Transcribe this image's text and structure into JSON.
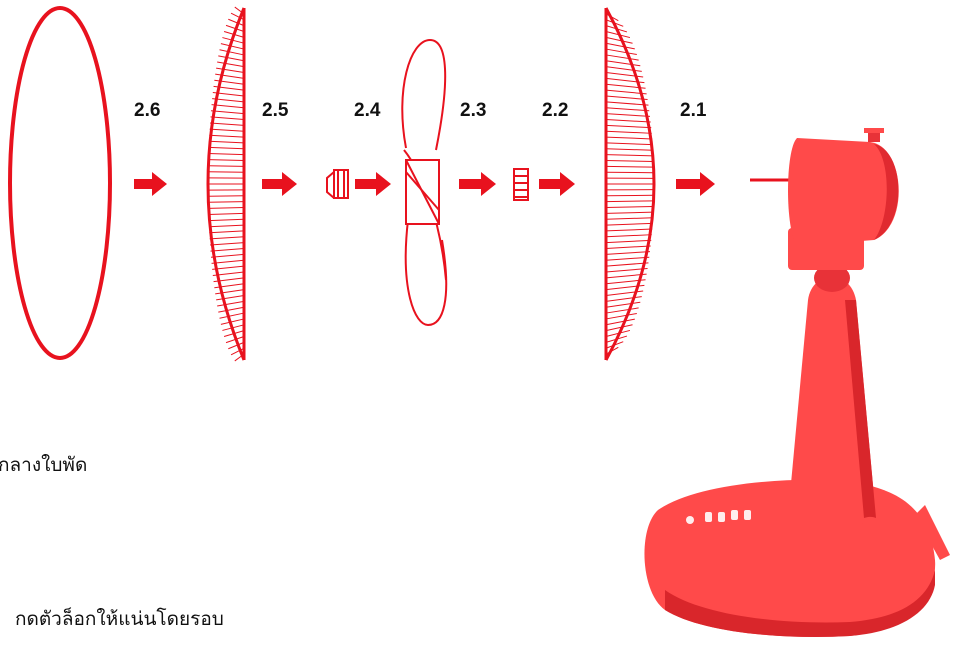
{
  "step_labels": [
    "2.6",
    "2.5",
    "2.4",
    "2.3",
    "2.2",
    "2.1"
  ],
  "notes": {
    "note_1": "กลางใบพัด",
    "note_2": "กดตัวล็อกให้แน่นโดยรอบ"
  },
  "colors": {
    "part_red": "#e8121e",
    "body_red": "#ff4a4a",
    "body_shadow": "#d9262b",
    "text": "#111111"
  }
}
